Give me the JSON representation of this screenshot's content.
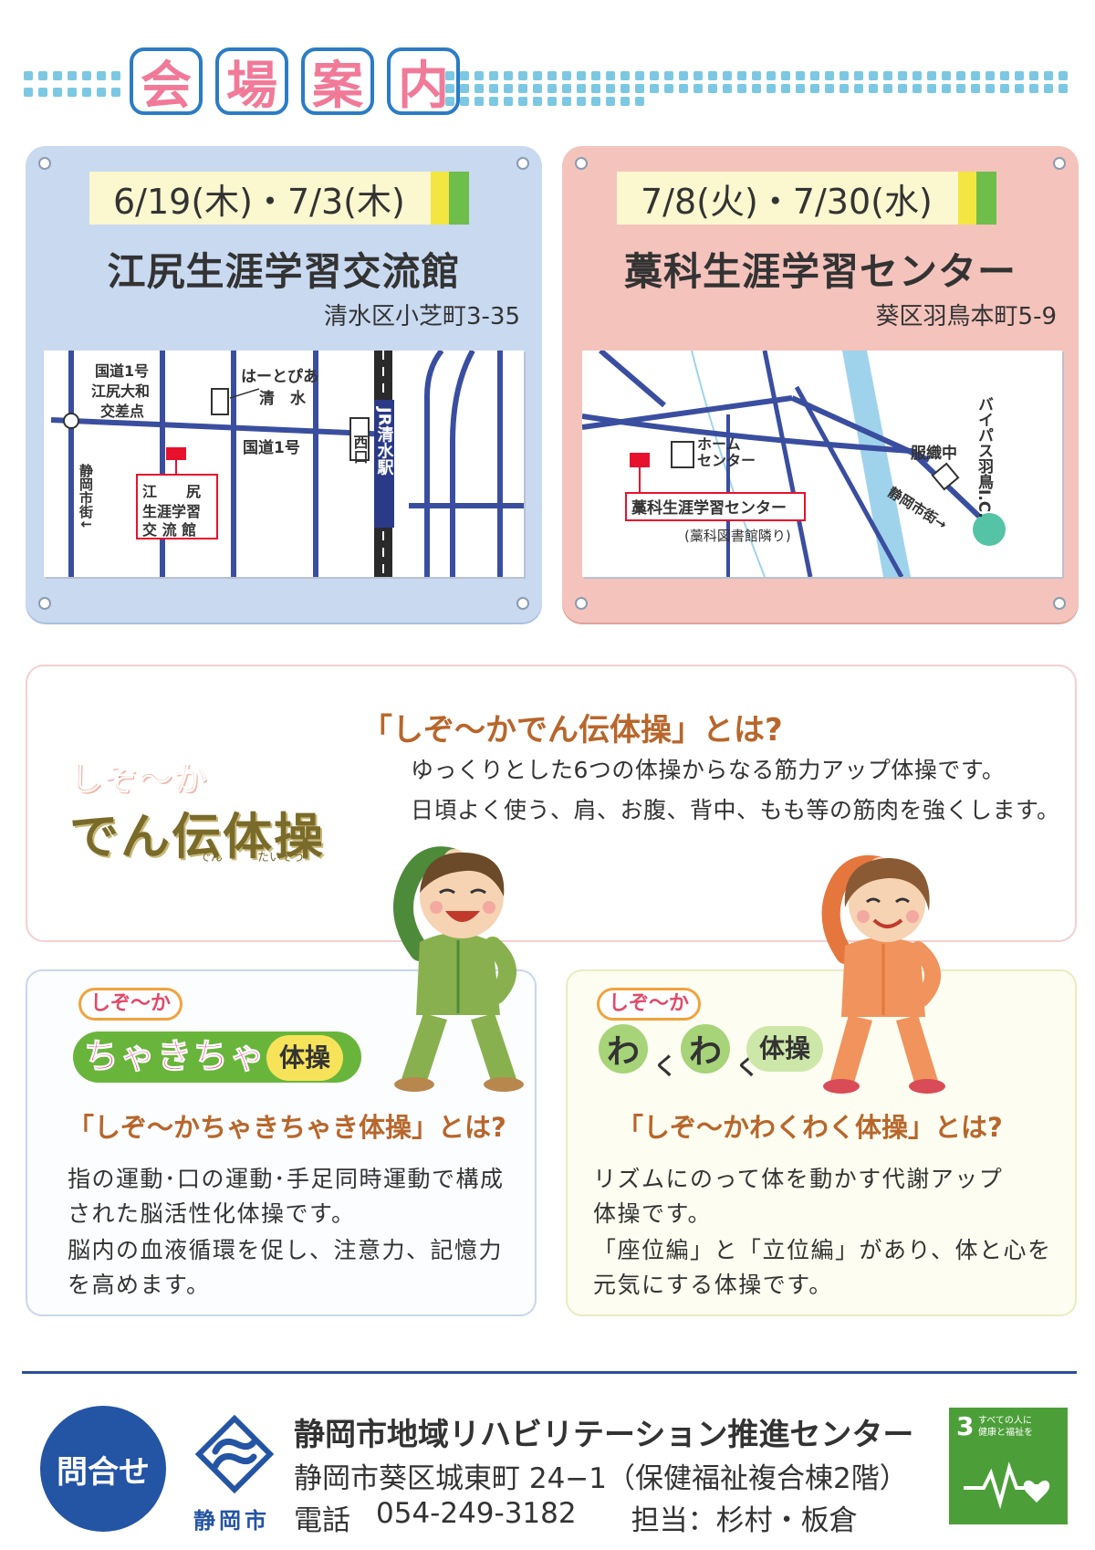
{
  "header": {
    "title_chars": [
      "会",
      "場",
      "案",
      "内"
    ]
  },
  "venues": [
    {
      "dates": "6/19(木)・7/3(木)",
      "name": "江尻生涯学習交流館",
      "address": "清水区小芝町3-35",
      "map_labels": {
        "crossing": [
          "国道1号",
          "江尻大和",
          "交差点"
        ],
        "heartpia": [
          "はーとぴあ",
          "清　水"
        ],
        "route": "国道1号",
        "west_exit": "西口",
        "station": "JR清水駅",
        "downtown": "静岡市街↓",
        "venue": [
          "江　　尻",
          "生涯学習",
          "交 流 館"
        ]
      }
    },
    {
      "dates": "7/8(火)・7/30(水)",
      "name": "藁科生涯学習センター",
      "address": "葵区羽鳥本町5-9",
      "map_labels": {
        "home_center": [
          "ホーム",
          "センター"
        ],
        "school": "服織中",
        "bypass": "バイパス羽鳥I.C.",
        "downtown": "静岡市街→",
        "venue": "藁科生涯学習センター",
        "venue_note": "(藁科図書館隣り)"
      }
    }
  ],
  "dengon": {
    "logo_top": "しぞ〜か",
    "logo_main": "でん伝体操",
    "ruby_den": "でん",
    "ruby_taiso": "たいそう",
    "question": "「しぞ〜かでん伝体操」とは?",
    "lines": [
      "ゆっくりとした6つの体操からなる筋力アップ体操です。",
      "日頃よく使う、肩、お腹、背中、もも等の筋肉を強くします。"
    ]
  },
  "chakichaki": {
    "badge": "しぞ〜か",
    "logo": "ちゃきちゃき",
    "taiso": "体操",
    "question": "「しぞ〜かちゃきちゃき体操」とは?",
    "lines": [
      "指の運動･口の運動･手足同時運動で構成",
      "された脳活性化体操です。",
      "脳内の血液循環を促し、注意力、記憶力",
      "を高めます。"
    ]
  },
  "wakuwaku": {
    "badge": "しぞ〜か",
    "logo_chars": [
      "わ",
      "く",
      "わ",
      "く"
    ],
    "taiso": "体操",
    "question": "「しぞ〜かわくわく体操」とは?",
    "lines": [
      "リズムにのって体を動かす代謝アップ",
      "体操です。",
      "「座位編」と「立位編」があり、体と心を",
      "元気にする体操です。"
    ]
  },
  "footer": {
    "contact": "問合せ",
    "city": "静岡市",
    "org": "静岡市地域リハビリテーション推進センター",
    "address": "静岡市葵区城東町 24−1（保健福祉複合棟2階）",
    "tel_label": "電話",
    "tel": "054-249-3182",
    "staff": "担当：杉村・板倉",
    "sdg_num": "3",
    "sdg_label": [
      "すべての人に",
      "健康と福祉を"
    ]
  },
  "colors": {
    "accent_blue": "#2454a4",
    "title_pink": "#f07a98",
    "heading_brown": "#b8662b",
    "map_road": "#3a4ea0",
    "map_river": "#9fd3ec",
    "venue_red": "#e8112d",
    "sdg_green": "#4c9f38"
  }
}
